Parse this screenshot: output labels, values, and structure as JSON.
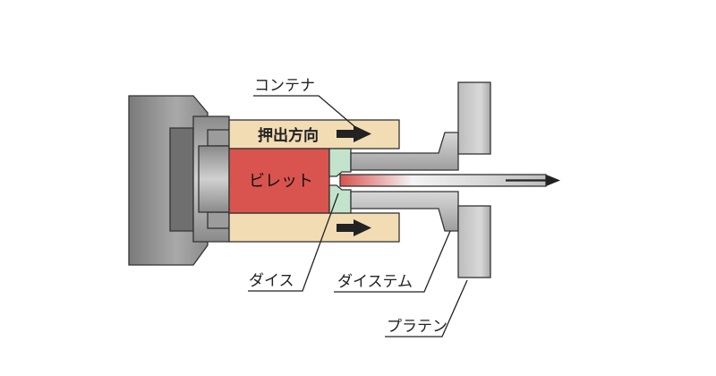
{
  "labels": {
    "container": "コンテナ",
    "direction": "押出方向",
    "billet": "ビレット",
    "die": "ダイス",
    "die_stem": "ダイステム",
    "platen": "プラテン"
  },
  "colors": {
    "ram_dark": "#707070",
    "ram_mid": "#9a9a9a",
    "ram_light": "#c8c8c8",
    "container": "#f2dcb4",
    "billet": "#d9534f",
    "die": "#c4e3cc",
    "stem": "#b4b4b4",
    "platen": "#bdbdbd",
    "arrow": "#222222"
  }
}
